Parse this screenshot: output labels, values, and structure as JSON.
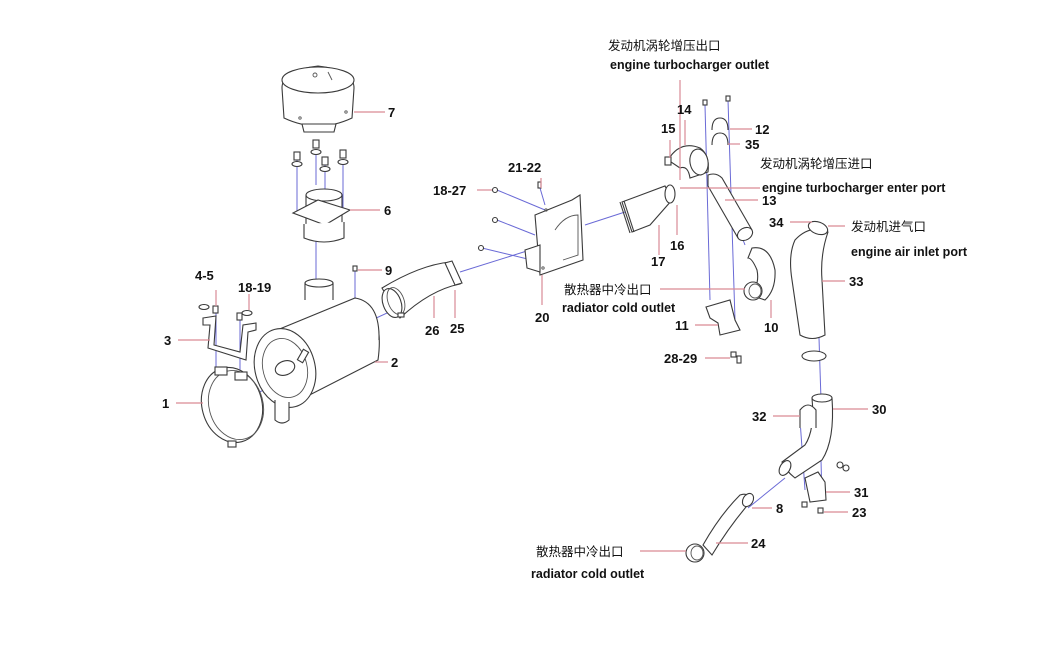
{
  "diagram": {
    "callouts": {
      "p1": "1",
      "p2": "2",
      "p3": "3",
      "p4_5": "4-5",
      "p6": "6",
      "p7": "7",
      "p8": "8",
      "p9": "9",
      "p10": "10",
      "p11": "11",
      "p12": "12",
      "p13": "13",
      "p14": "14",
      "p15": "15",
      "p16": "16",
      "p17": "17",
      "p18_19": "18-19",
      "p18_27": "18-27",
      "p20": "20",
      "p21_22": "21-22",
      "p23": "23",
      "p24": "24",
      "p25": "25",
      "p26": "26",
      "p28_29": "28-29",
      "p30": "30",
      "p31": "31",
      "p32": "32",
      "p33": "33",
      "p34": "34",
      "p35": "35"
    },
    "annotations": {
      "turbo_outlet": {
        "cn": "发动机涡轮增压出口",
        "en": "engine turbocharger outlet"
      },
      "turbo_enter": {
        "cn": "发动机涡轮增压进口",
        "en": "engine turbocharger enter port"
      },
      "air_inlet": {
        "cn": "发动机进气口",
        "en": "engine air inlet port"
      },
      "radiator_upper": {
        "cn": "散热器中冷出口",
        "en": "radiator cold outlet"
      },
      "radiator_lower": {
        "cn": "散热器中冷出口",
        "en": "radiator cold outlet"
      }
    },
    "colors": {
      "leader": "#d98a95",
      "assembly_line": "#6a6ad6",
      "part_outline": "#3a3a3a"
    }
  }
}
